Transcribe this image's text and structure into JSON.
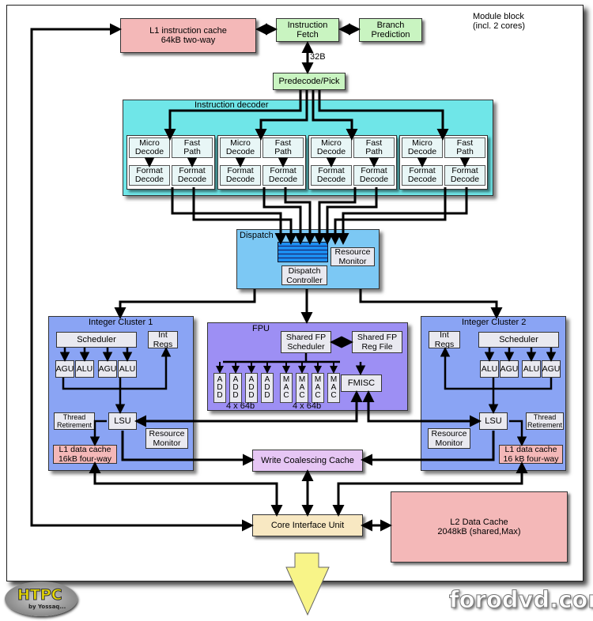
{
  "colors": {
    "pink": "#f4b8b8",
    "green": "#c9f4c1",
    "cyan_region": "#6fe6e8",
    "dispatch_region": "#7cc8f4",
    "cluster_blue": "#8aa4f4",
    "fpu_purple": "#9d8ff4",
    "wcc_violet": "#e6c6f4",
    "ciu_cream": "#f8e8c2",
    "arrow_yellow": "#f8f488"
  },
  "header": {
    "module_block": "Module block\n(incl. 2 cores)"
  },
  "frontend": {
    "l1i": "L1 instruction cache\n64kB two-way",
    "fetch": "Instruction\nFetch",
    "branch": "Branch\nPrediction",
    "bus_width": "32B",
    "predecode": "Predecode/Pick"
  },
  "decoder": {
    "title": "Instruction decoder",
    "micro": "Micro\nDecode",
    "fast": "Fast\nPath",
    "format": "Format\nDecode"
  },
  "dispatch": {
    "title": "Dispatch",
    "resource_monitor": "Resource\nMonitor",
    "controller": "Dispatch\nController"
  },
  "cluster1": {
    "title": "Integer Cluster 1",
    "scheduler": "Scheduler",
    "int_regs": "Int\nRegs",
    "units": [
      "AGU",
      "ALU",
      "AGU",
      "ALU"
    ],
    "thread_retirement": "Thread\nRetirement",
    "lsu": "LSU",
    "resource_monitor": "Resource\nMonitor",
    "l1d": "L1 data cache\n16kB four-way"
  },
  "cluster2": {
    "title": "Integer Cluster 2",
    "scheduler": "Scheduler",
    "int_regs": "Int\nRegs",
    "units": [
      "ALU",
      "AGU",
      "ALU",
      "AGU"
    ],
    "thread_retirement": "Thread\nRetirement",
    "lsu": "LSU",
    "resource_monitor": "Resource\nMonitor",
    "l1d": "L1 data cache\n16 kB four-way"
  },
  "fpu": {
    "title": "FPU",
    "scheduler": "Shared FP\nScheduler",
    "reg_file": "Shared FP\nReg File",
    "units": [
      "A\nD\nD",
      "A\nD\nD",
      "A\nD\nD",
      "A\nD\nD",
      "M\nA\nC",
      "M\nA\nC",
      "M\nA\nC",
      "M\nA\nC"
    ],
    "fmisc": "FMISC",
    "width_left": "4 x 64b",
    "width_right": "4 x 64b"
  },
  "memory": {
    "wcc": "Write Coalescing Cache",
    "ciu": "Core Interface Unit",
    "l2": "L2 Data Cache\n2048kB (shared,Max)"
  },
  "watermarks": {
    "site": "forodvd.com",
    "logo": "HTPC",
    "logo_sub": "by Yossaq..."
  }
}
